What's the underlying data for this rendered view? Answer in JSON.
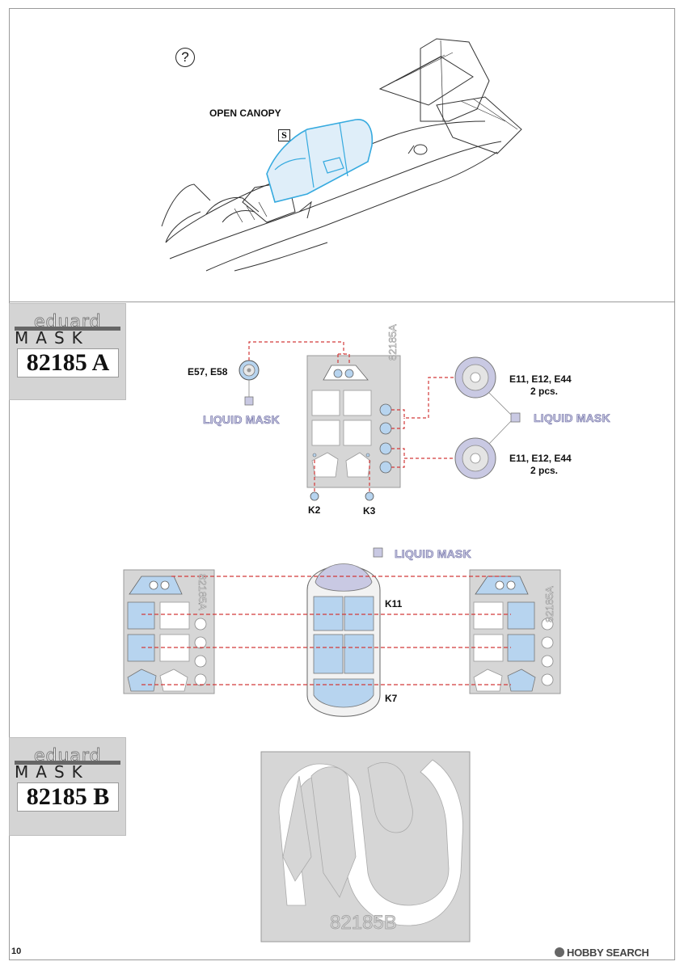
{
  "step": {
    "question_mark": "?",
    "caption": "OPEN CANOPY",
    "symbol": "S"
  },
  "badge_a": {
    "brand": "eduard",
    "product": "MASK",
    "code": "82185 A"
  },
  "badge_b": {
    "brand": "eduard",
    "product": "MASK",
    "code": "82185 B"
  },
  "sheet_a": {
    "sheet_code": "82185A",
    "labels": {
      "e57_e58": "E57, E58",
      "e11_top": "E11, E12, E44",
      "e11_top_qty": "2 pcs.",
      "e11_bottom": "E11, E12, E44",
      "e11_bottom_qty": "2 pcs.",
      "liquid_left": "LIQUID MASK",
      "liquid_right": "LIQUID MASK",
      "k2": "K2",
      "k3": "K3"
    }
  },
  "canopy": {
    "liquid": "LIQUID MASK",
    "k11": "K11",
    "k7": "K7",
    "left_sheet_code": "82185A",
    "right_sheet_code": "82185A"
  },
  "sheet_b": {
    "sheet_code": "82185B"
  },
  "footer": {
    "page_number": "10",
    "watermark": "HOBBY SEARCH"
  },
  "colors": {
    "mask_blue": "#b7d4ef",
    "dash_red": "#d23a3a",
    "sheet_grey": "#d6d6d6",
    "liquid": "#c9c9e3"
  }
}
